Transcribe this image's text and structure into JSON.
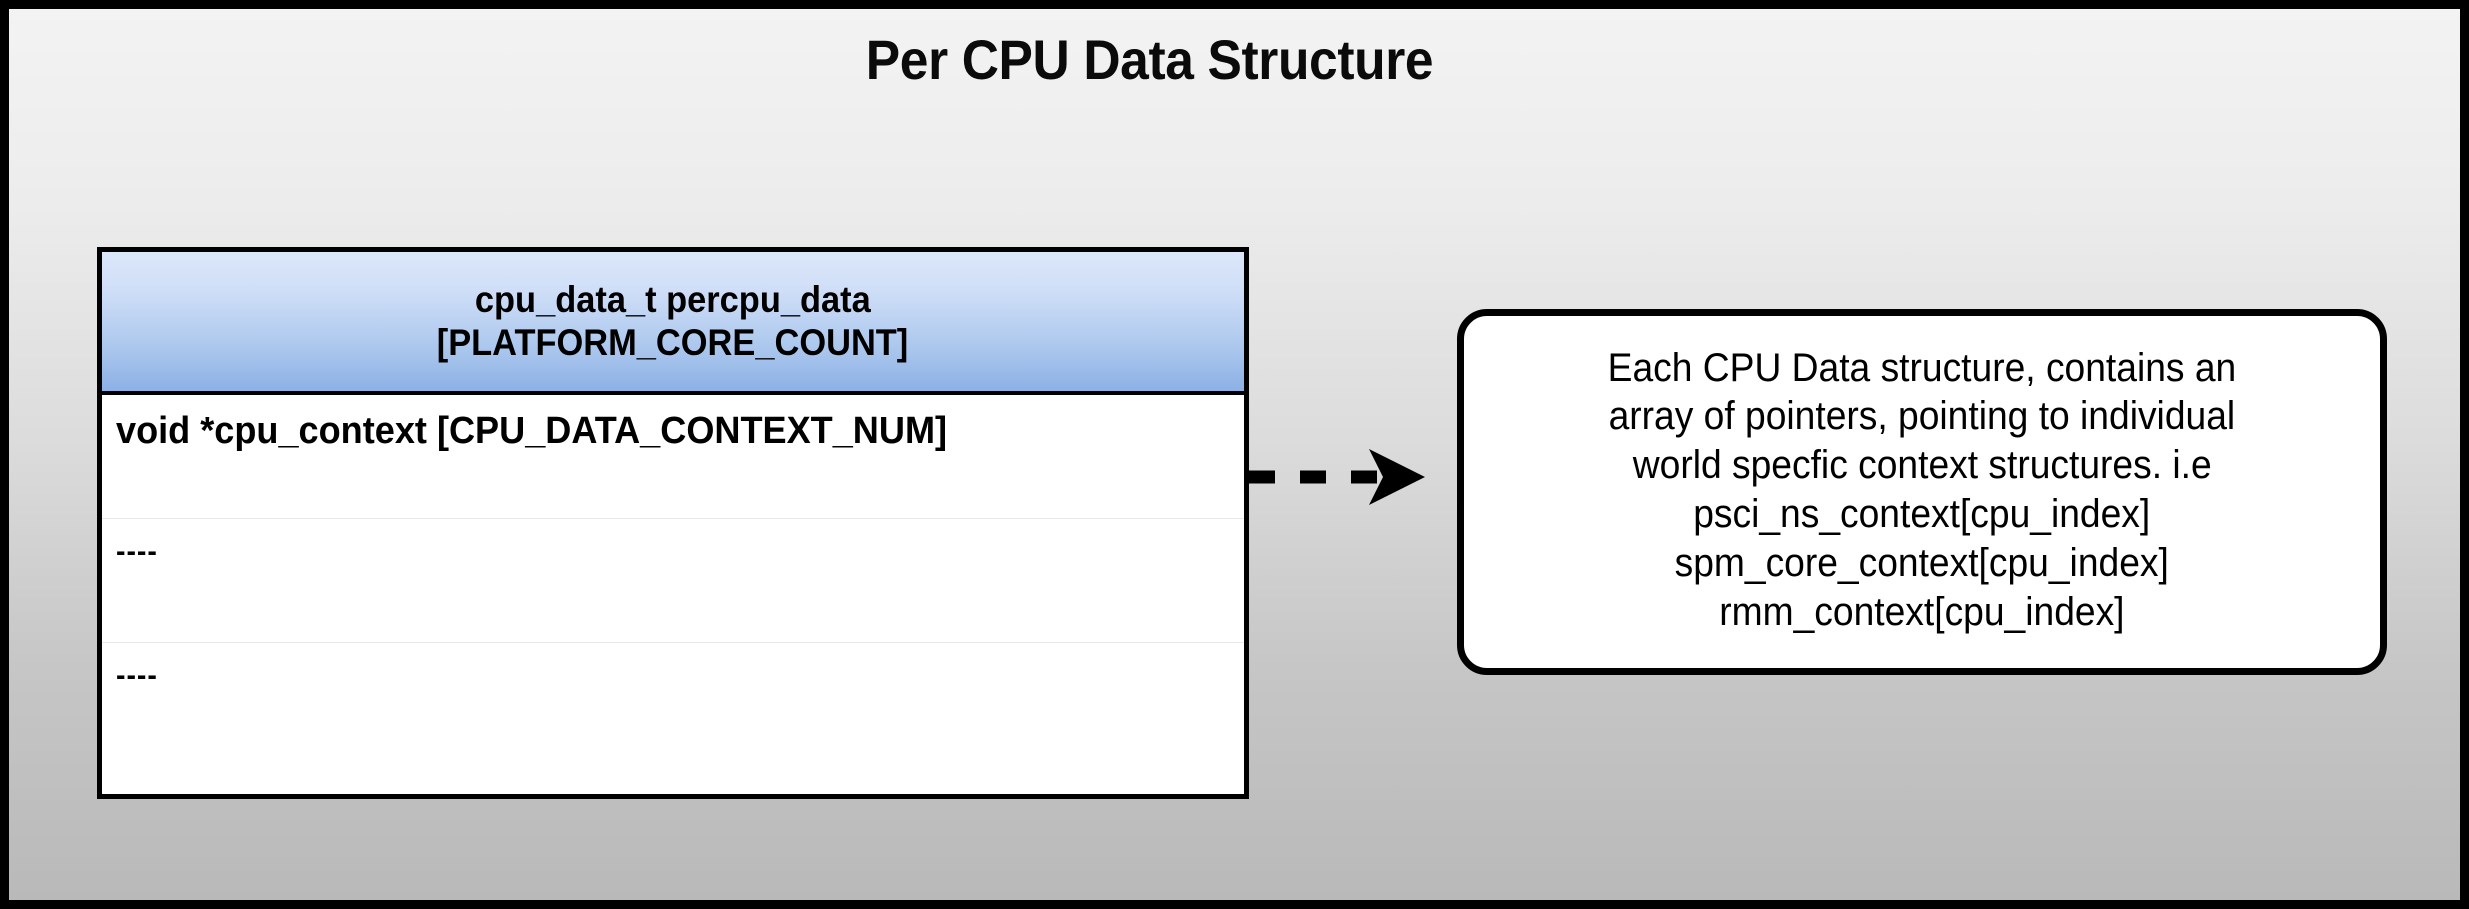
{
  "page": {
    "title": "Per CPU Data Structure",
    "background_top_color": "#f3f3f3",
    "background_bottom_color": "#b9b9b9",
    "frame_color": "#000000"
  },
  "struct_table": {
    "header": {
      "line1": "cpu_data_t percpu_data",
      "line2": "[PLATFORM_CORE_COUNT]",
      "gradient_top_color": "#dce7fa",
      "gradient_bottom_color": "#8cb1e5",
      "border_color": "#000000"
    },
    "rows": [
      {
        "label": "void *cpu_context [CPU_DATA_CONTEXT_NUM]"
      },
      {
        "label": "----"
      },
      {
        "label": "----"
      }
    ],
    "row_separator_color": "#e9e9e9",
    "body_background": "#ffffff"
  },
  "connector": {
    "style": "dashed-arrow",
    "direction": "right",
    "color": "#000000"
  },
  "callout": {
    "lines": [
      "Each CPU Data structure, contains an",
      "array of pointers, pointing to individual",
      "world specfic context structures. i.e",
      "psci_ns_context[cpu_index]",
      "spm_core_context[cpu_index]",
      "rmm_context[cpu_index]"
    ],
    "border_color": "#000000",
    "background": "#ffffff"
  }
}
